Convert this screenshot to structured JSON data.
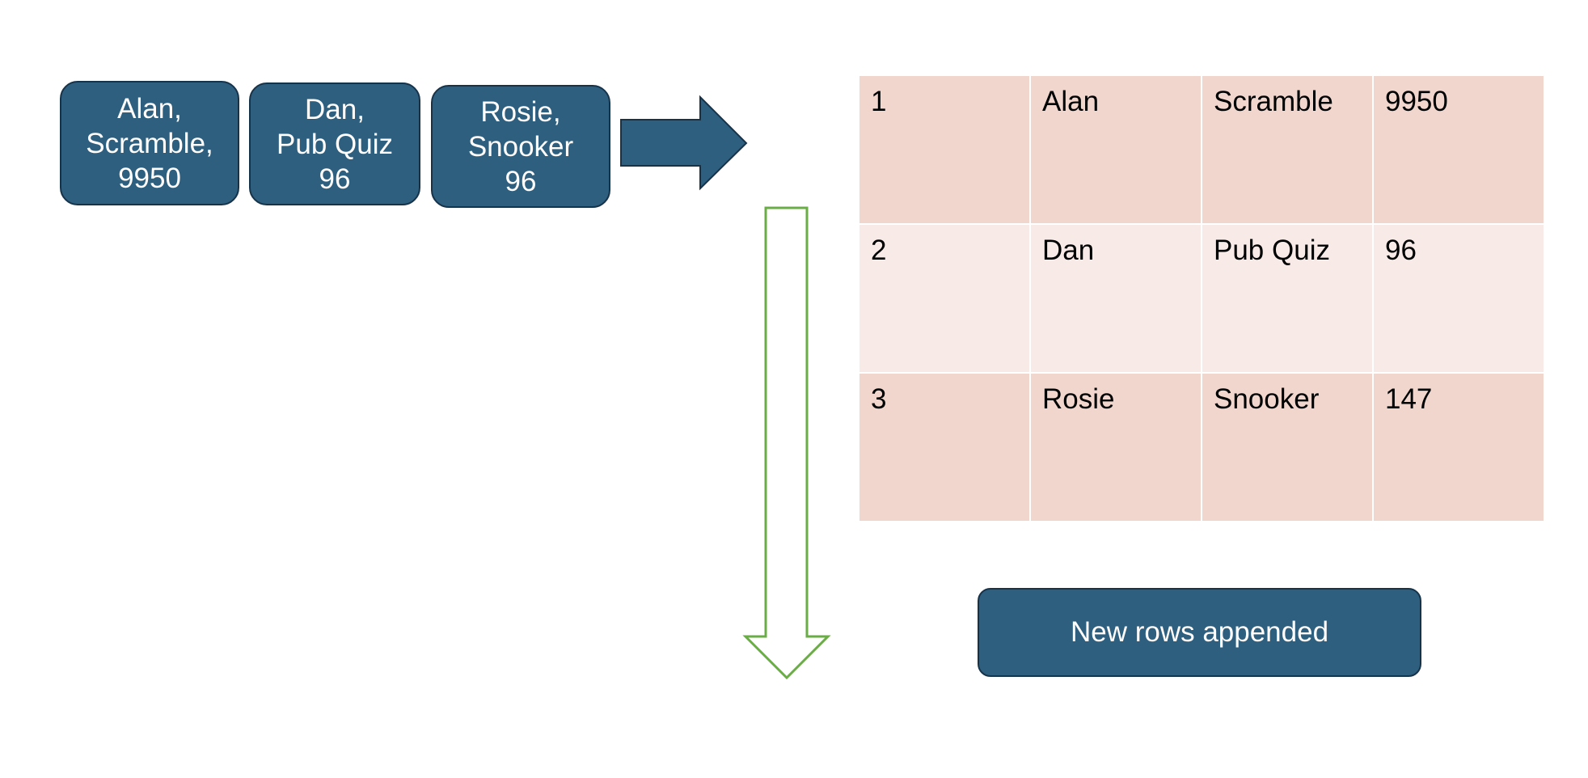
{
  "records": [
    {
      "lines": [
        "Alan,",
        "Scramble,",
        "9950"
      ]
    },
    {
      "lines": [
        "Dan,",
        "Pub Quiz",
        "96"
      ]
    },
    {
      "lines": [
        "Rosie,",
        "Snooker",
        "96"
      ]
    }
  ],
  "table": {
    "rows": [
      [
        "1",
        "Alan",
        "Scramble",
        "9950"
      ],
      [
        "2",
        "Dan",
        "Pub Quiz",
        "96"
      ],
      [
        "3",
        "Rosie",
        "Snooker",
        "147"
      ]
    ]
  },
  "caption": "New rows appended",
  "colors": {
    "box_fill": "#2e5f7f",
    "box_border": "#16334a",
    "row_dark": "#f1d6ce",
    "row_light": "#f8eae7",
    "down_arrow_stroke": "#6aac46"
  }
}
